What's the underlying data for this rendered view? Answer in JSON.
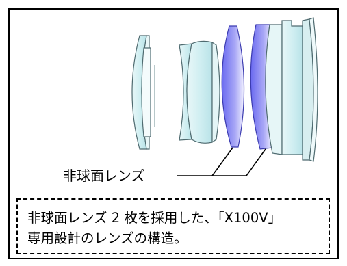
{
  "label": {
    "aspheric_lens": "非球面レンズ"
  },
  "caption": {
    "line1": "非球面レンズ 2 枚を採用した、「X100V」",
    "line2": "専用設計のレンズの構造。"
  },
  "colors": {
    "lens_light": "#d9f1f3",
    "lens_light_stroke": "#4f6b70",
    "aspheric_dark": "#6e6ef2",
    "aspheric_light": "#ecebff",
    "border": "#000000"
  }
}
